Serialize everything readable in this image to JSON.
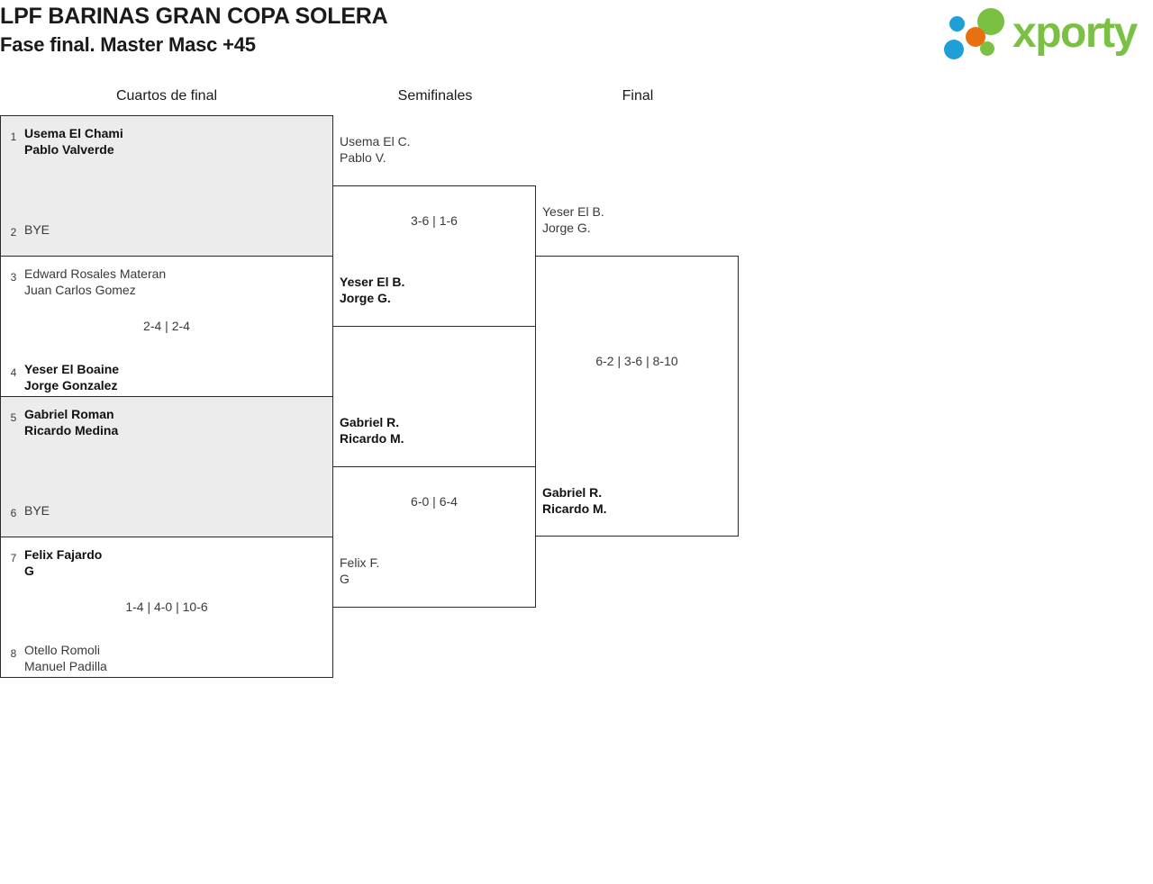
{
  "header": {
    "title_line1": "LPF BARINAS GRAN COPA SOLERA",
    "title_line2": "Fase final. Master Masc +45",
    "logo_text": "xporty",
    "brand_colors": {
      "green": "#7ac143",
      "blue": "#1e9fd8",
      "orange": "#e8700f"
    }
  },
  "rounds": {
    "quarterfinals_label": "Cuartos de final",
    "semifinals_label": "Semifinales",
    "final_label": "Final"
  },
  "quarterfinals": [
    {
      "shaded": true,
      "top": {
        "seed": "1",
        "player1": "Usema El Chami",
        "player2": "Pablo Valverde",
        "winner": true
      },
      "bottom": {
        "seed": "2",
        "player1": "BYE",
        "player2": "",
        "winner": false
      },
      "score": ""
    },
    {
      "shaded": false,
      "top": {
        "seed": "3",
        "player1": "Edward Rosales Materan",
        "player2": "Juan Carlos Gomez",
        "winner": false
      },
      "bottom": {
        "seed": "4",
        "player1": "Yeser El Boaine",
        "player2": "Jorge Gonzalez",
        "winner": true
      },
      "score": "2-4 | 2-4"
    },
    {
      "shaded": true,
      "top": {
        "seed": "5",
        "player1": "Gabriel Roman",
        "player2": "Ricardo Medina",
        "winner": true
      },
      "bottom": {
        "seed": "6",
        "player1": "BYE",
        "player2": "",
        "winner": false
      },
      "score": ""
    },
    {
      "shaded": false,
      "top": {
        "seed": "7",
        "player1": "Felix Fajardo",
        "player2": "G",
        "winner": true
      },
      "bottom": {
        "seed": "8",
        "player1": "Otello Romoli",
        "player2": "Manuel Padilla",
        "winner": false
      },
      "score": "1-4 | 4-0 | 10-6"
    }
  ],
  "semifinals": [
    {
      "top": {
        "player1": "Usema El C.",
        "player2": "Pablo V.",
        "winner": false
      },
      "bottom": {
        "player1": "Yeser El B.",
        "player2": "Jorge G.",
        "winner": true
      },
      "score": "3-6 | 1-6"
    },
    {
      "top": {
        "player1": "Gabriel R.",
        "player2": "Ricardo M.",
        "winner": true
      },
      "bottom": {
        "player1": "Felix F.",
        "player2": "G",
        "winner": false
      },
      "score": "6-0 | 6-4"
    }
  ],
  "final": {
    "top": {
      "player1": "Yeser El B.",
      "player2": "Jorge G.",
      "winner": false
    },
    "bottom": {
      "player1": "Gabriel R.",
      "player2": "Ricardo M.",
      "winner": true
    },
    "score": "6-2 | 3-6 | 8-10"
  }
}
